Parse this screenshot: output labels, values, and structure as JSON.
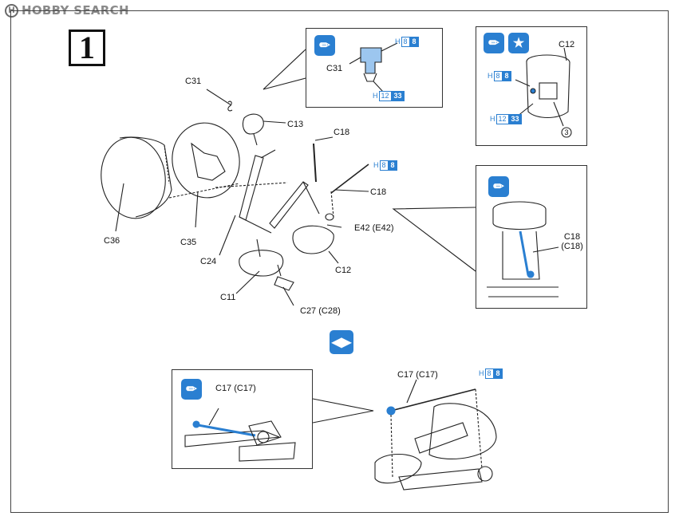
{
  "watermark": {
    "badge": "H",
    "text": "HOBBY SEARCH"
  },
  "step_number": "1",
  "colors": {
    "accent": "#2a7fd1",
    "line": "#222222"
  },
  "labels": {
    "c31_main": "C31",
    "c13": "C13",
    "c18_a": "C18",
    "c18_b": "C18",
    "c36": "C36",
    "c35": "C35",
    "c24": "C24",
    "c11": "C11",
    "c12_main": "C12",
    "e42": "E42 (E42)",
    "c27": "C27 (C28)",
    "c31_detail": "C31",
    "c12_detail": "C12",
    "circle3": "3",
    "c18_detail": "C18\n(C18)",
    "c17_left": "C17 (C17)",
    "c17_right": "C17 (C17)"
  },
  "paint_codes": [
    {
      "id": "detail1_top",
      "prefix": "H",
      "code1": "8",
      "code2": "8"
    },
    {
      "id": "detail1_bottom",
      "prefix": "H",
      "code1": "12",
      "code2": "33"
    },
    {
      "id": "detail2_top",
      "prefix": "H",
      "code1": "8",
      "code2": "8"
    },
    {
      "id": "detail2_bottom",
      "prefix": "H",
      "code1": "12",
      "code2": "33"
    },
    {
      "id": "main_arm",
      "prefix": "H",
      "code1": "8",
      "code2": "8"
    },
    {
      "id": "bottom_right",
      "prefix": "H",
      "code1": "8",
      "code2": "8"
    }
  ],
  "icons": {
    "paint": "paint-brush-icon",
    "star": "star-icon",
    "swap": "swap-arrows-icon"
  }
}
